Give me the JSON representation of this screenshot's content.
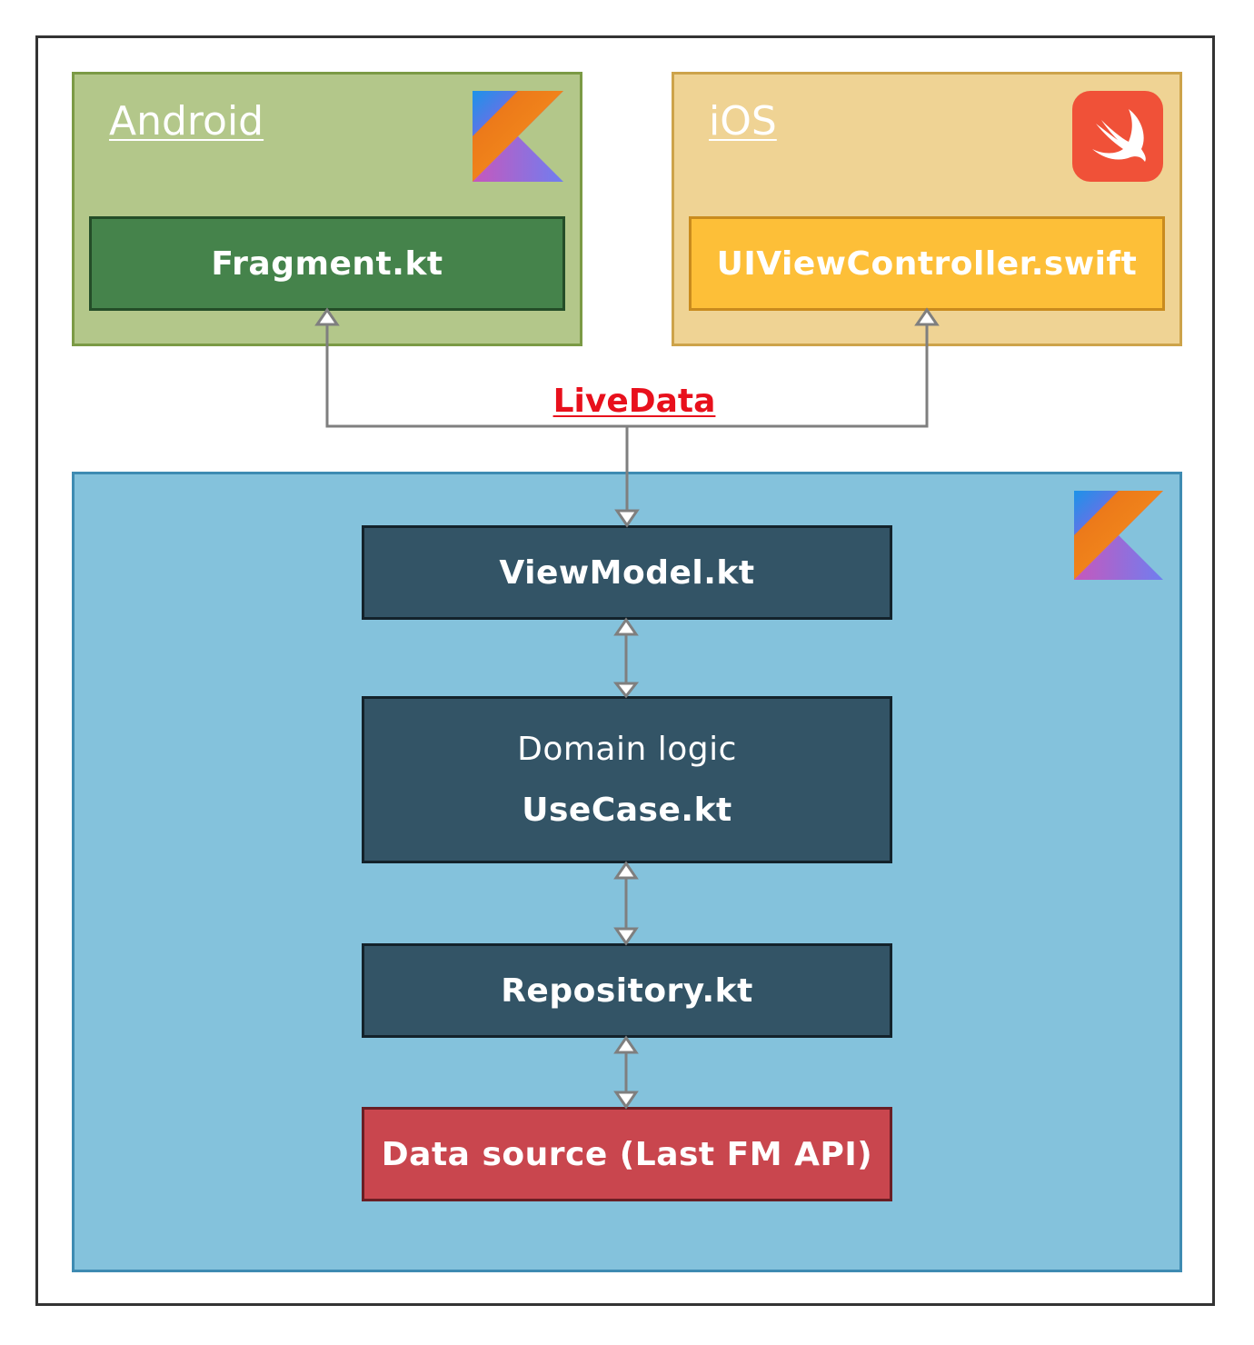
{
  "android": {
    "title": "Android",
    "box": "Fragment.kt",
    "logo": "kotlin-logo-icon"
  },
  "ios": {
    "title": "iOS",
    "box": "UIViewController.swift",
    "logo": "swift-logo-icon"
  },
  "connector_label": "LiveData",
  "shared": {
    "logo": "kotlin-logo-icon",
    "viewmodel": "ViewModel.kt",
    "domain": {
      "line1": "Domain logic",
      "line2": "UseCase.kt"
    },
    "repository": "Repository.kt",
    "datasource": "Data source (Last FM API)"
  },
  "colors": {
    "android_panel": "#b3c78a",
    "android_box": "#45834b",
    "ios_panel": "#efd394",
    "ios_box": "#fdbf38",
    "shared_panel": "#84c2dc",
    "dark_box": "#335466",
    "datasource_box": "#c9464e",
    "livedata_text": "#e8101c"
  }
}
